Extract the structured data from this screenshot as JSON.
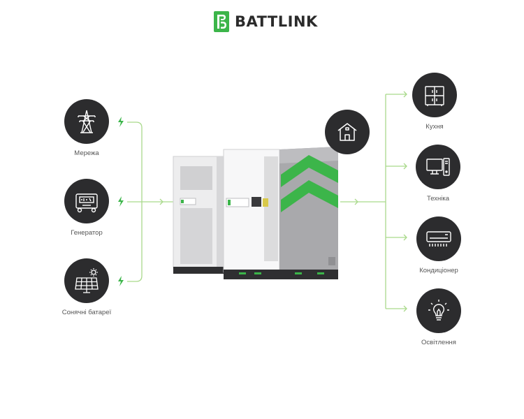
{
  "brand": {
    "name": "BATTLINK",
    "color": "#3cb54a"
  },
  "sources": [
    {
      "label": "Мережа",
      "icon": "power-tower-icon"
    },
    {
      "label": "Генератор",
      "icon": "generator-icon"
    },
    {
      "label": "Сонячні батареї",
      "icon": "solar-panel-icon"
    }
  ],
  "hub": {
    "icon": "house-icon"
  },
  "consumers": [
    {
      "label": "Кухня",
      "icon": "fridge-icon"
    },
    {
      "label": "Техніка",
      "icon": "computer-icon"
    },
    {
      "label": "Кондиціонер",
      "icon": "air-conditioner-icon"
    },
    {
      "label": "Освітлення",
      "icon": "light-bulb-icon"
    }
  ],
  "colors": {
    "node": "#2c2c2e",
    "line": "#a9d98b",
    "bolt": "#3cb54a",
    "device_stripe": "#3cb54a"
  }
}
